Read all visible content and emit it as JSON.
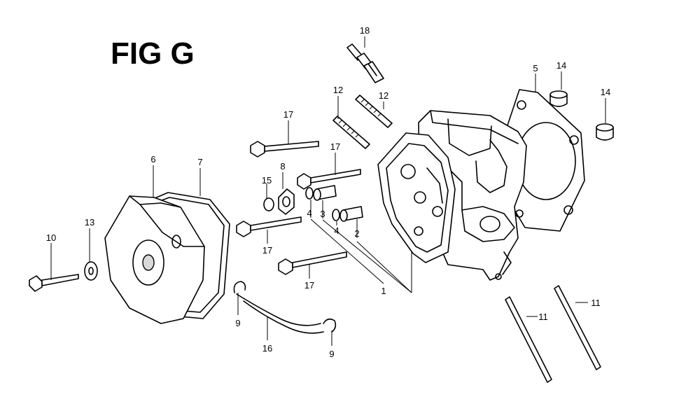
{
  "figure": {
    "title": "FIG G"
  },
  "callouts": [
    {
      "id": "c18",
      "label": "18"
    },
    {
      "id": "c12a",
      "label": "12"
    },
    {
      "id": "c12b",
      "label": "12"
    },
    {
      "id": "c5",
      "label": "5"
    },
    {
      "id": "c14a",
      "label": "14"
    },
    {
      "id": "c14b",
      "label": "14"
    },
    {
      "id": "c17a",
      "label": "17"
    },
    {
      "id": "c17b",
      "label": "17"
    },
    {
      "id": "c6",
      "label": "6"
    },
    {
      "id": "c7",
      "label": "7"
    },
    {
      "id": "c8",
      "label": "8"
    },
    {
      "id": "c15",
      "label": "15"
    },
    {
      "id": "c4a",
      "label": "4"
    },
    {
      "id": "c3",
      "label": "3"
    },
    {
      "id": "c4b",
      "label": "4"
    },
    {
      "id": "c2",
      "label": "2"
    },
    {
      "id": "c10",
      "label": "10"
    },
    {
      "id": "c13",
      "label": "13"
    },
    {
      "id": "c17c",
      "label": "17"
    },
    {
      "id": "c17d",
      "label": "17"
    },
    {
      "id": "c1",
      "label": "1"
    },
    {
      "id": "c9a",
      "label": "9"
    },
    {
      "id": "c16",
      "label": "16"
    },
    {
      "id": "c9b",
      "label": "9"
    },
    {
      "id": "c11a",
      "label": "11"
    },
    {
      "id": "c11b",
      "label": "11"
    }
  ]
}
